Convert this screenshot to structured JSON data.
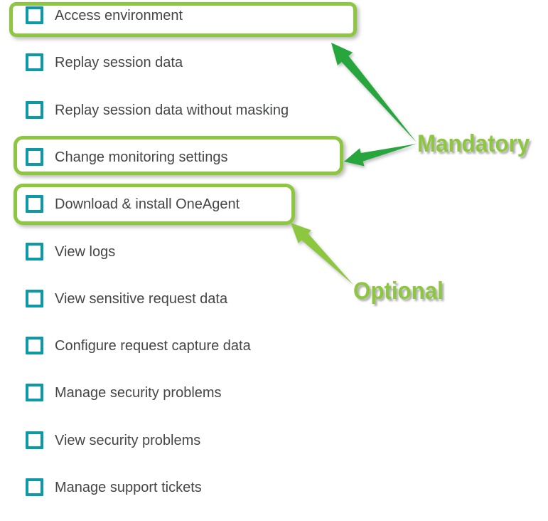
{
  "colors": {
    "checkbox_border": "#0d9aa8",
    "label_text": "#454646",
    "highlight_border": "#8dc63f",
    "arrow_dark": "#26a63c",
    "arrow_light": "#8dc63f",
    "annotation_text": "#8dc63f",
    "background": "#ffffff"
  },
  "permissions": {
    "items": [
      {
        "label": "Access environment",
        "checked": false,
        "annotation": "mandatory"
      },
      {
        "label": "Replay session data",
        "checked": false,
        "annotation": null
      },
      {
        "label": "Replay session data without masking",
        "checked": false,
        "annotation": null
      },
      {
        "label": "Change monitoring settings",
        "checked": false,
        "annotation": "mandatory"
      },
      {
        "label": "Download & install OneAgent",
        "checked": false,
        "annotation": "optional"
      },
      {
        "label": "View logs",
        "checked": false,
        "annotation": null
      },
      {
        "label": "View sensitive request data",
        "checked": false,
        "annotation": null
      },
      {
        "label": "Configure request capture data",
        "checked": false,
        "annotation": null
      },
      {
        "label": "Manage security problems",
        "checked": false,
        "annotation": null
      },
      {
        "label": "View security problems",
        "checked": false,
        "annotation": null
      },
      {
        "label": "Manage support tickets",
        "checked": false,
        "annotation": null
      }
    ]
  },
  "annotations": {
    "mandatory_label": "Mandatory",
    "optional_label": "Optional"
  }
}
